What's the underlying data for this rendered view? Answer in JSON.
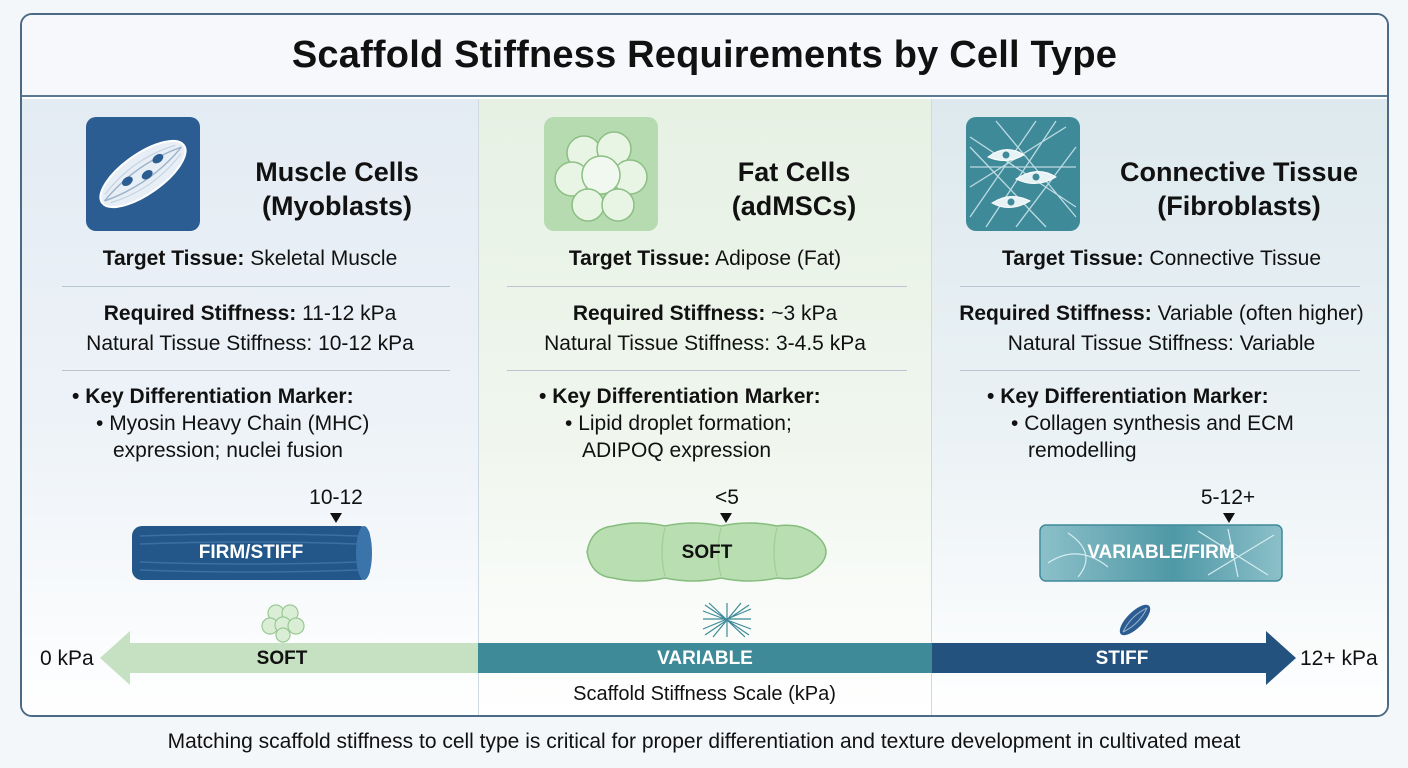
{
  "title": "Scaffold Stiffness Requirements by Cell Type",
  "columns": [
    {
      "heading_line1": "Muscle Cells",
      "heading_line2": "(Myoblasts)",
      "target_label": "Target Tissue:",
      "target_value": "Skeletal Muscle",
      "required_label": "Required Stiffness:",
      "required_value": "11-12 kPa",
      "natural_label": "Natural Tissue Stiffness:",
      "natural_value": "10-12 kPa",
      "marker_label": "Key Differentiation Marker:",
      "marker_line1": "Myosin Heavy Chain (MHC)",
      "marker_line2": "expression; nuclei fusion",
      "indicator_value": "10-12",
      "pill_label": "FIRM/STIFF",
      "icon": "muscle-fiber-icon"
    },
    {
      "heading_line1": "Fat Cells",
      "heading_line2": "(adMSCs)",
      "target_label": "Target Tissue:",
      "target_value": "Adipose (Fat)",
      "required_label": "Required Stiffness:",
      "required_value": "~3 kPa",
      "natural_label": "Natural Tissue Stiffness:",
      "natural_value": "3-4.5 kPa",
      "marker_label": "Key Differentiation Marker:",
      "marker_line1": "Lipid droplet formation;",
      "marker_line2": "ADIPOQ expression",
      "indicator_value": "<5",
      "pill_label": "SOFT",
      "icon": "fat-cells-icon"
    },
    {
      "heading_line1": "Connective Tissue",
      "heading_line2": "(Fibroblasts)",
      "target_label": "Target Tissue:",
      "target_value": "Connective Tissue",
      "required_label": "Required Stiffness:",
      "required_value": "Variable (often higher)",
      "natural_label": "Natural Tissue Stiffness:",
      "natural_value": "Variable",
      "marker_label": "Key Differentiation Marker:",
      "marker_line1": "Collagen synthesis and ECM",
      "marker_line2": "remodelling",
      "indicator_value": "5-12+",
      "pill_label": "VARIABLE/FIRM",
      "icon": "fibroblast-network-icon"
    }
  ],
  "scale": {
    "min_label": "0 kPa",
    "max_label": "12+ kPa",
    "segments": [
      "SOFT",
      "VARIABLE",
      "STIFF"
    ],
    "caption": "Scaffold Stiffness Scale (kPa)"
  },
  "footer": "Matching scaffold stiffness to cell type is critical for proper differentiation and texture development in cultivated meat",
  "colors": {
    "muscle": "#2a5f95",
    "fat": "#b8dcb0",
    "connective": "#3f8a99",
    "scale_soft": "#c6e1c1",
    "scale_variable": "#3f8a99",
    "scale_stiff": "#24527f"
  }
}
